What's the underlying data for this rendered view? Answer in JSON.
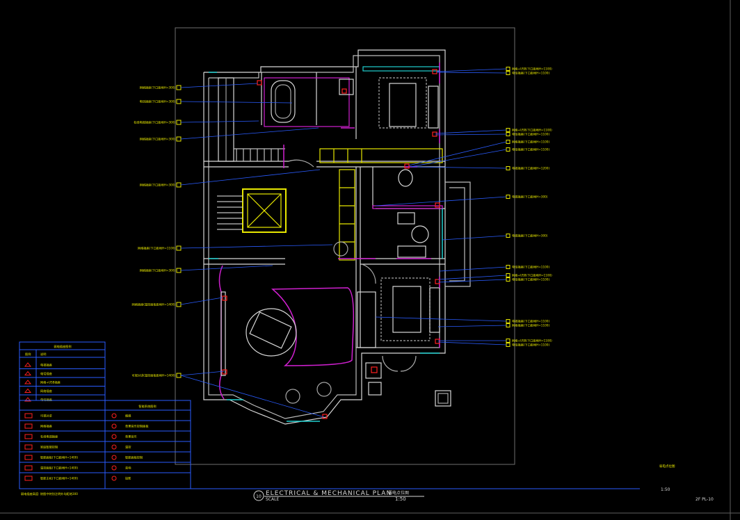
{
  "drawing": {
    "title": "ELECTRICAL & MECHANICAL PLAN",
    "title_cn": "弱电点位图",
    "scale_label": "SCALE",
    "scale_value": "1:50",
    "badge": "10",
    "sheet_code": "2F PL-10",
    "sheet_scale": "1:50",
    "sheet_name": "弱电点位图"
  },
  "left_labels": [
    "网络插座(下口距地H=300)",
    "电话插座(下口距地H=300)",
    "有线电视插座(下口距地H=300)",
    "网络插座(下口距地H=300)",
    "网络插座(下口距地H=300)",
    "网络插座(下口距地H=1100)",
    "网络插座(下口距地H=300)",
    "网络插座(温控面板距地H=1400)",
    "可视对讲(温控面板距地H=1400)"
  ],
  "right_labels": [
    "网络+USB(下口距地H=1100)",
    "电话插座(下口距地H=1100)",
    "网络+USB(下口距地H=1100)",
    "电话插座(下口距地H=1100)",
    "网络插座(下口距地H=1100)",
    "电话插座(下口距地H=1100)",
    "电视插座(下口距地H=1200)",
    "电视插座(下口距地H=300)",
    "电视插座(下口距地H=300)",
    "电话插座(下口距地H=1100)",
    "网络+USB(下口距地H=1100)",
    "电话插座(下口距地H=1100)",
    "电视插座(下口距地H=1100)",
    "网络插座(下口距地H=1100)",
    "网络+USB(下口距地H=1100)",
    "电话插座(下口距地H=1100)"
  ],
  "legend": {
    "title1": "弱电插座图例",
    "col_icon": "图例",
    "col_desc": "说明",
    "rows1": [
      "电视插座",
      "电话插座",
      "网络+USB插座",
      "网络插座",
      "电话插座"
    ],
    "title2": "智能系统图例",
    "rows2_left": [
      "可视对讲",
      "网络插座",
      "有线电视插座",
      "家庭智能控制",
      "智能面板(下口距地H=1400)",
      "温控面板(下口距地H=1400)",
      "智能主机(下口距地H=1400)"
    ],
    "rows2_right": [
      "烟感",
      "背景音乐控制面板",
      "背景音乐",
      "温控",
      "智能面板控制",
      "音响",
      "投影"
    ],
    "note": "弱电插座高度: 除图中特别注明外均距地300"
  },
  "colors": {
    "background": "#000000",
    "wall": "#d8d8d8",
    "label": "#e8e800",
    "leader": "#2a5cff",
    "furniture": "#c8c8c8",
    "accent_magenta": "#d020d0",
    "window_cyan": "#20d0d0",
    "socket_red": "#ff2020"
  }
}
